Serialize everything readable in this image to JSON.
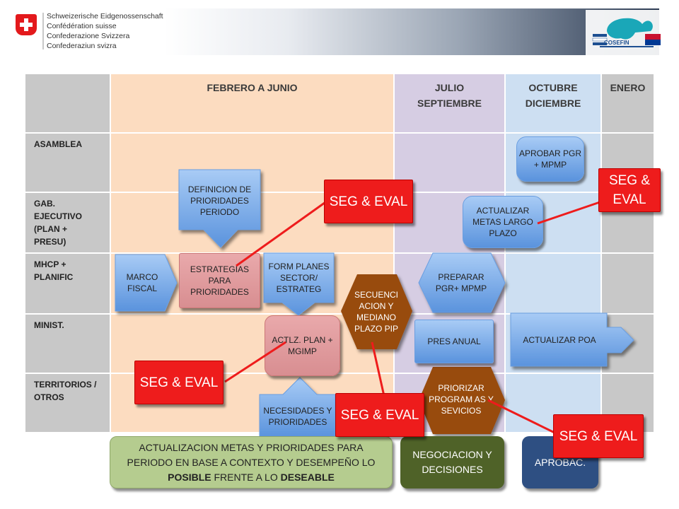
{
  "header": {
    "swiss_lines": [
      "Schweizerische Eidgenossenschaft",
      "Confédération suisse",
      "Confederazione Svizzera",
      "Confederaziun svizra"
    ],
    "cosefin_label": "COSEFIN"
  },
  "columns": {
    "feb_jun": "FEBRERO A JUNIO",
    "jul_sep": "JULIO SEPTIEMBRE",
    "oct_dic": "OCTUBRE DICIEMBRE",
    "ene": "ENERO"
  },
  "rows": {
    "asamblea": "ASAMBLEA",
    "gab": "GAB. EJECUTIVO (PLAN + PRESU)",
    "mhcp": "MHCP + PLANIFIC",
    "minist": "MINIST.",
    "territorios": "TERRITORIOS / OTROS"
  },
  "shapes": {
    "aprobar_pgr": "APROBAR PGR + MPMP",
    "definicion": "DEFINICION DE PRIORIDADES PERIODO",
    "actualizar_metas": "ACTUALIZAR METAS LARGO PLAZO",
    "marco_fiscal": "MARCO FISCAL",
    "estrategias": "ESTRATEGIAS PARA PRIORIDADES",
    "form_planes": "FORM PLANES SECTOR/ ESTRATEG",
    "secuenciacion": "SECUENCI ACION Y MEDIANO PLAZO PIP",
    "preparar_pgr": "PREPARAR PGR+ MPMP",
    "actlz_plan": "ACTLZ. PLAN + MGIMP",
    "pres_anual": "PRES ANUAL",
    "actualizar_poa": "ACTUALIZAR POA",
    "necesidades": "NECESIDADES Y PRIORIDADES",
    "priorizar": "PRIORIZAR PROGRAM AS Y SEVICIOS"
  },
  "seg_eval": "SEG & EVAL",
  "bottom": {
    "green_pre": "ACTUALIZACION METAS Y PRIORIDADES PARA PERIODO EN BASE A CONTEXTO Y DESEMPEÑO LO ",
    "green_b1": "POSIBLE",
    "green_mid": " FRENTE A LO ",
    "green_b2": "DESEABLE",
    "negociacion": "NEGOCIACION Y DECISIONES",
    "aprobac": "APROBAC."
  },
  "colors": {
    "feb_jun": "#fcdcc0",
    "jul_sep": "#d6cde3",
    "oct_dic": "#cddff2",
    "ene": "#c8c8c8",
    "head_col": "#c8c8c8",
    "brown": "#984b0e",
    "red": "#ee1c1c"
  }
}
